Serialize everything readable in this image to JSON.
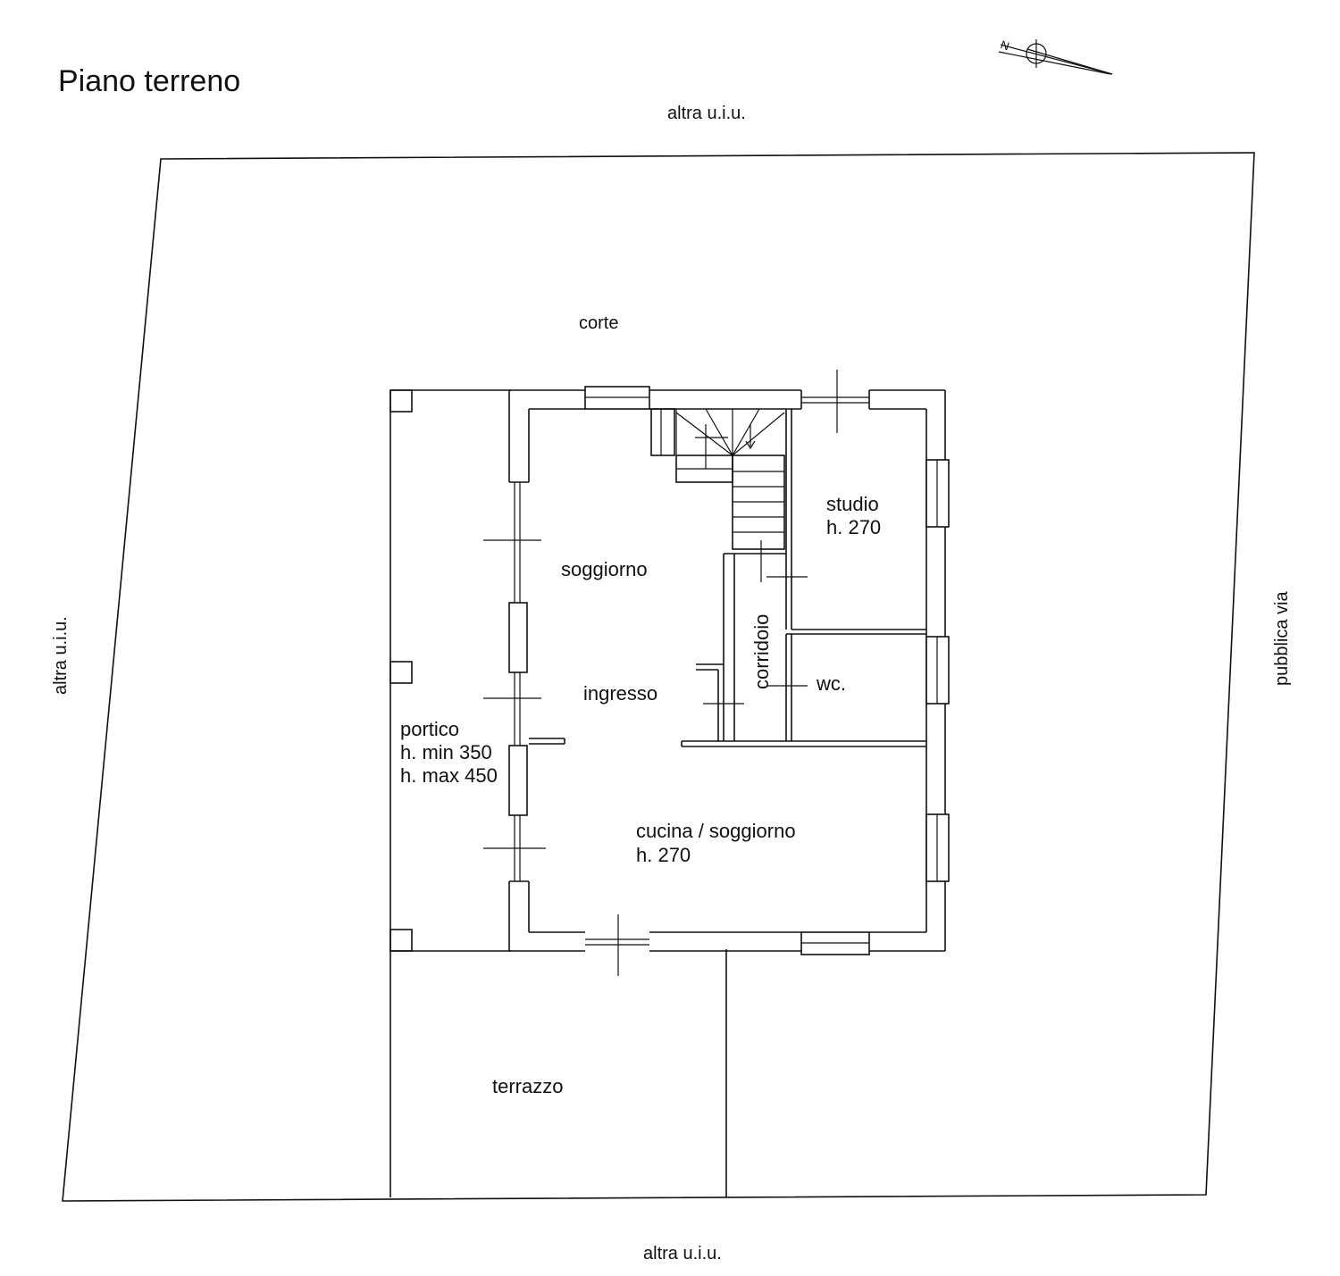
{
  "title": "Piano terreno",
  "surroundings": {
    "north": "altra u.i.u.",
    "south": "altra u.i.u.",
    "west": "altra u.i.u.",
    "east": "pubblica via",
    "courtyard": "corte"
  },
  "rooms": {
    "studio": {
      "name": "studio",
      "height": "h. 270"
    },
    "soggiorno": {
      "name": "soggiorno"
    },
    "ingresso": {
      "name": "ingresso"
    },
    "corridoio": {
      "name": "corridoio"
    },
    "wc": {
      "name": "wc."
    },
    "portico": {
      "name": "portico",
      "h_min": "h. min 350",
      "h_max": "h. max 450"
    },
    "cucina": {
      "name": "cucina / soggiorno",
      "height": "h. 270"
    },
    "terrazzo": {
      "name": "terrazzo"
    }
  },
  "compass": {
    "icon": "north-arrow-icon",
    "letter": "N"
  },
  "colors": {
    "line": "#111111",
    "background": "#ffffff"
  }
}
